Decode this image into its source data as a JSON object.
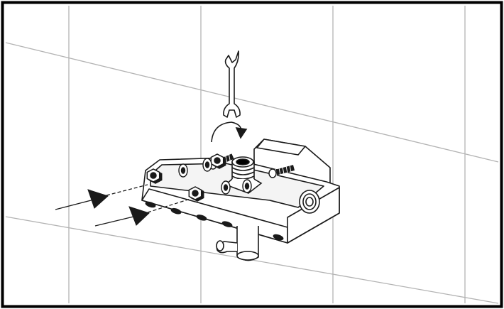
{
  "figure": {
    "kind": "installation-illustration",
    "frame_color": "#000000",
    "grid_color": "#b3b3b3",
    "line_color": "#1a1a1a",
    "fill_color": "#ffffff"
  },
  "icons": {
    "tool": "wrench-icon",
    "rotation_top": "rotate-arrow-icon",
    "rotation_side": "rotate-arrow-icon",
    "insert_upper": "insertion-arrow-icon",
    "insert_lower": "insertion-arrow-icon"
  },
  "parts": {
    "housing": "valve-housing",
    "outlet": "threaded-outlet",
    "side_fitting": "side-threaded-fitting",
    "inlet_pipe": "inlet-pipe",
    "nuts": 3,
    "washers": 4,
    "bolts": 2,
    "slots": 6
  }
}
